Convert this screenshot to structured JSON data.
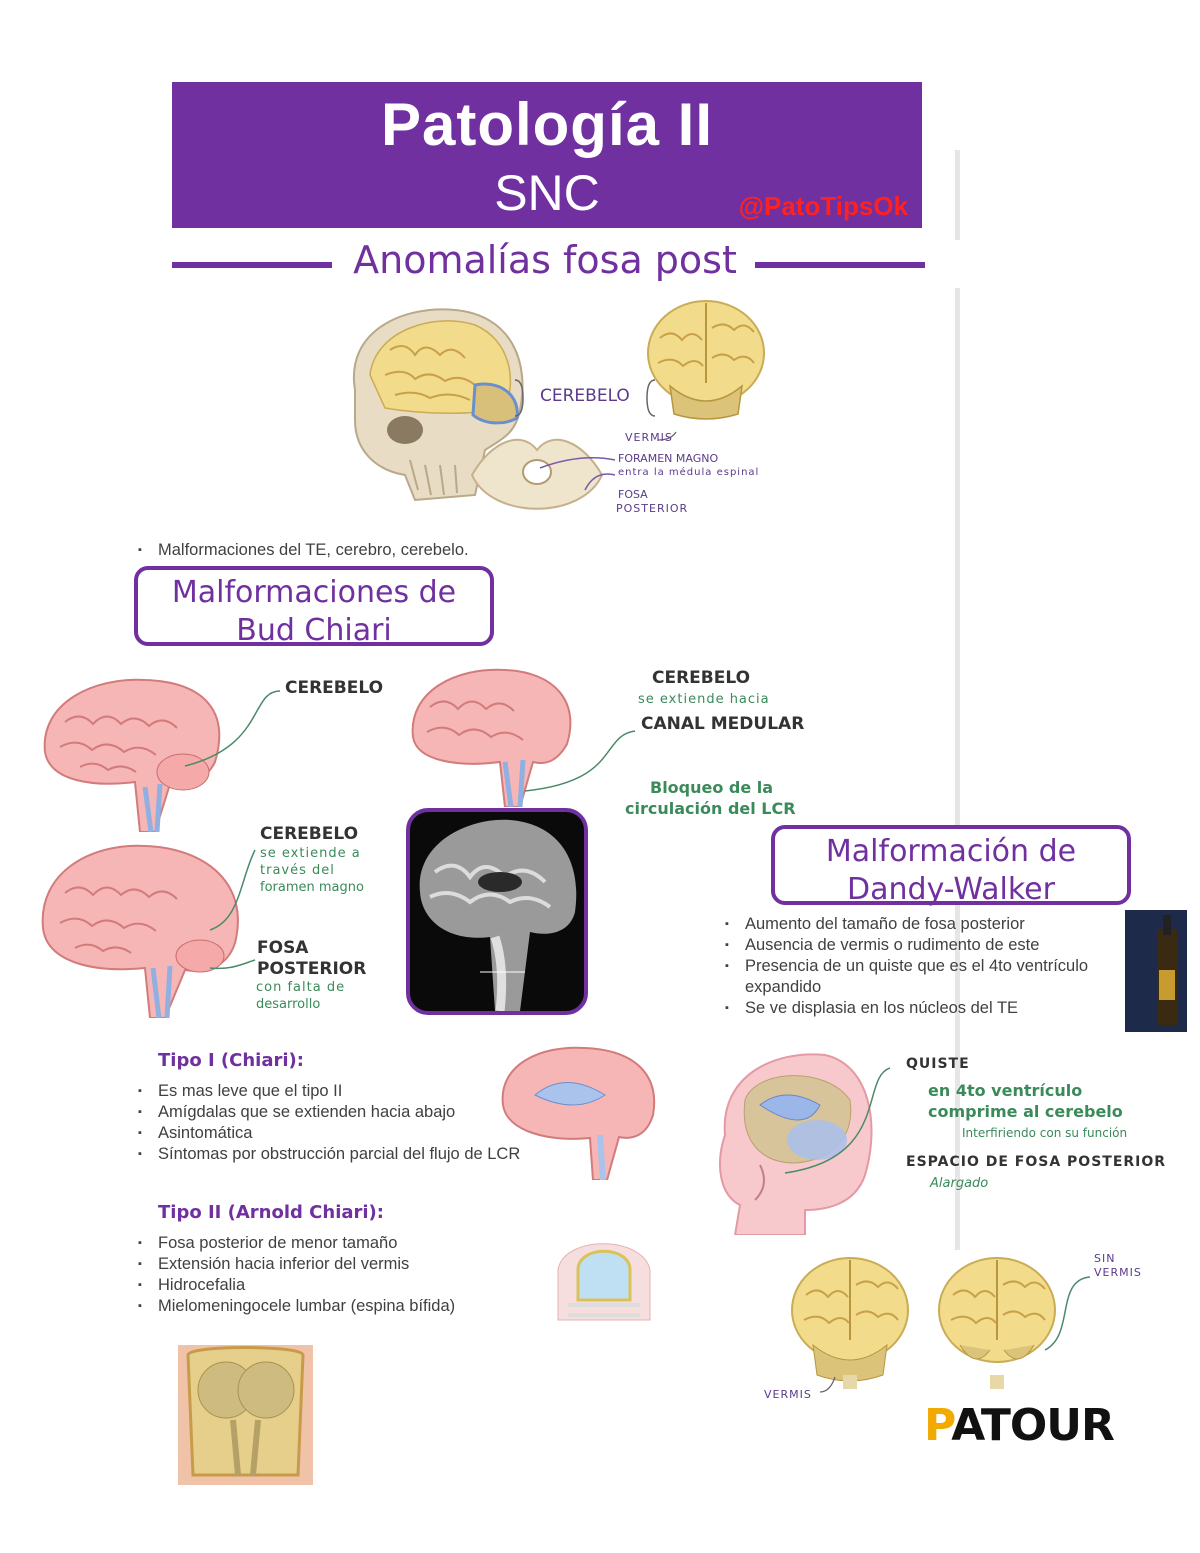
{
  "header": {
    "title": "Patología II",
    "subtitle": "SNC",
    "handle": "@PatoTipsOk"
  },
  "section_title": "Anomalías fosa post",
  "intro_figure": {
    "cerebelo": "CEREBELO",
    "vermis": "VERMIS",
    "foramen": "FORAMEN MAGNO",
    "foramen_note": "entra la médula espinal",
    "fosa": "FOSA",
    "posterior": "POSTERIOR"
  },
  "intro_bullet": "Malformaciones del TE, cerebro, cerebelo.",
  "chiari": {
    "box_line1": "Malformaciones de",
    "box_line2": "Bud Chiari",
    "cerebelo_1": "CEREBELO",
    "cerebelo_2": "CEREBELO",
    "extiende_hacia": "se extiende hacia",
    "canal": "CANAL MEDULAR",
    "bloqueo1": "Bloqueo de la",
    "bloqueo2": "circulación del LCR",
    "cerebelo_3": "CEREBELO",
    "a_traves1": "se extiende a",
    "a_traves2": "través del",
    "a_traves3": "foramen magno",
    "fosa": "FOSA",
    "posterior": "POSTERIOR",
    "falta1": "con falta de",
    "falta2": "desarrollo"
  },
  "tipo1": {
    "title": "Tipo I (Chiari):",
    "items": [
      "Es mas leve que el tipo II",
      "Amígdalas que se extienden hacia abajo",
      "Asintomática",
      "Síntomas por obstrucción parcial del flujo de LCR"
    ]
  },
  "tipo2": {
    "title": "Tipo II (Arnold Chiari):",
    "items": [
      "Fosa posterior de menor tamaño",
      "Extensión hacia inferior del vermis",
      "Hidrocefalia",
      "Mielomeningocele lumbar (espina bífida)"
    ]
  },
  "dandy": {
    "box_line1": "Malformación de",
    "box_line2": "Dandy-Walker",
    "items": [
      "Aumento del tamaño de fosa posterior",
      "Ausencia de vermis o rudimento de este",
      "Presencia de un quiste que es el 4to ventrículo expandido",
      "Se ve displasia en los núcleos del TE"
    ],
    "quiste": "QUISTE",
    "q1": "en 4to ventrículo",
    "q2": "comprime al cerebelo",
    "q3": "Interfiriendo con su función",
    "espacio": "ESPACIO DE FOSA POSTERIOR",
    "alargado": "Alargado",
    "sin": "SIN",
    "sin_vermis": "VERMIS",
    "vermis": "VERMIS"
  },
  "brand": {
    "p": "P",
    "rest": "ATOUR"
  },
  "colors": {
    "accent": "#7030a0",
    "handle": "#ff2020",
    "green": "#3a8a5a",
    "brand": "#f2a900"
  }
}
